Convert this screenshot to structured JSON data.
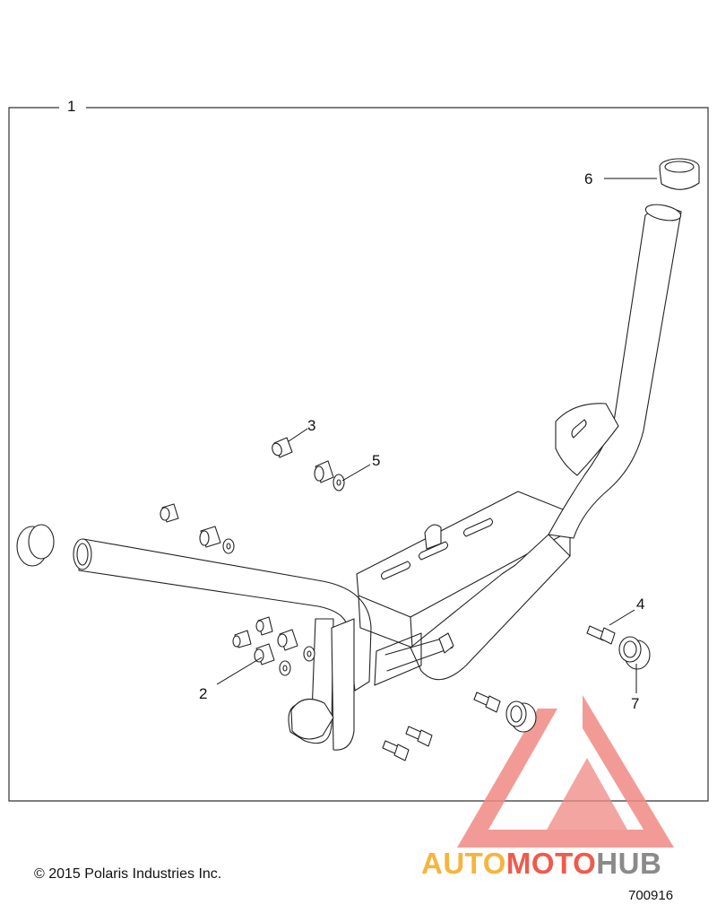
{
  "diagram": {
    "callouts": {
      "c1": "1",
      "c2": "2",
      "c3": "3",
      "c4": "4",
      "c5": "5",
      "c6": "6",
      "c7": "7"
    }
  },
  "footer": {
    "copyright": "© 2015 Polaris Industries Inc.",
    "drawing_number": "700916"
  },
  "watermark": {
    "part1": "AUTO",
    "part2": "MOTO",
    "part3": "HUB",
    "colors": {
      "auto": "#f5b53d",
      "moto": "#ef5a4c",
      "hub": "#8a8a8a",
      "triangle": "#f08a84"
    }
  }
}
